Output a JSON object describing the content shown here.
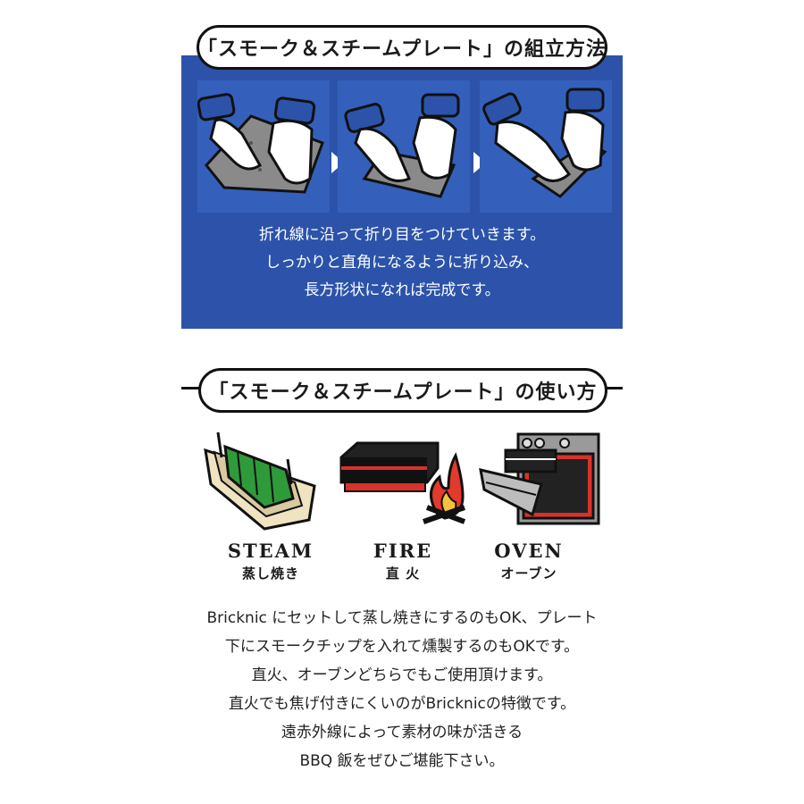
{
  "assembly": {
    "heading": "「スモーク＆スチームプレート」の組立方法",
    "lines": [
      "折れ線に沿って折り目をつけていきます。",
      "しっかりと直角になるように折り込み、",
      "長方形状になれば完成です。"
    ]
  },
  "usage": {
    "heading": "「スモーク＆スチームプレート」の使い方",
    "modes": [
      {
        "en": "STEAM",
        "jp": "蒸し焼き"
      },
      {
        "en": "FIRE",
        "jp": "直 火"
      },
      {
        "en": "OVEN",
        "jp": "オーブン"
      }
    ],
    "lines": [
      "Bricknic にセットして蒸し焼きにするのもOK、プレート",
      "下にスモークチップを入れて燻製するのもOKです。",
      "直火、オーブンどちらでもご使用頂けます。",
      "直火でも焦げ付きにくいのがBricknicの特徴です。",
      "遠赤外線によって素材の味が活きる",
      "BBQ 飯をぜひご堪能下さい。"
    ]
  },
  "colors": {
    "panel_blue": "#2c53a9",
    "accent_red": "#d8322a",
    "plate_green": "#2f9a3a"
  }
}
